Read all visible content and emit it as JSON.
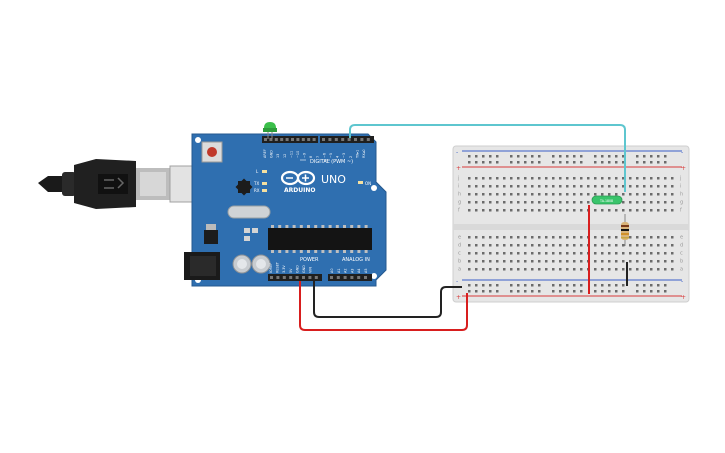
{
  "arduino": {
    "brand": "ARDUINO",
    "model": "UNO",
    "digital_header_label": "DIGITAL (PWM ~)",
    "power_label": "POWER",
    "analog_label": "ANALOG IN",
    "on_label": "ON",
    "led_labels": [
      "L",
      "TX",
      "RX"
    ],
    "digital_pin_labels": [
      "AREF",
      "GND",
      "13",
      "12",
      "~11",
      "~10",
      "~9",
      "8",
      "7",
      "~6",
      "~5",
      "4",
      "~3",
      "2",
      "TX▸1",
      "RX◂0"
    ],
    "power_pin_labels": [
      "IOREF",
      "RESET",
      "3.3V",
      "5V",
      "GND",
      "GND",
      "VIN"
    ],
    "analog_pin_labels": [
      "A0",
      "A1",
      "A2",
      "A3",
      "A4",
      "A5"
    ]
  },
  "breadboard": {
    "row_labels_top": [
      "j",
      "i",
      "h",
      "g",
      "f"
    ],
    "row_labels_bottom": [
      "e",
      "d",
      "c",
      "b",
      "a"
    ],
    "rail_plus": "+",
    "rail_minus": "-"
  },
  "components": {
    "sensor_label": "TA-1808",
    "usb_cable": "usb-b-cable"
  },
  "colors": {
    "board": "#2f6fb0",
    "board_dark": "#1e4f86",
    "wire_red": "#d81e1e",
    "wire_black": "#222222",
    "wire_cyan": "#5ec6cf",
    "led_green": "#38b24a",
    "breadboard": "#e6e6e6",
    "rail_red": "#d83a3a",
    "rail_blue": "#3a5ec8"
  }
}
